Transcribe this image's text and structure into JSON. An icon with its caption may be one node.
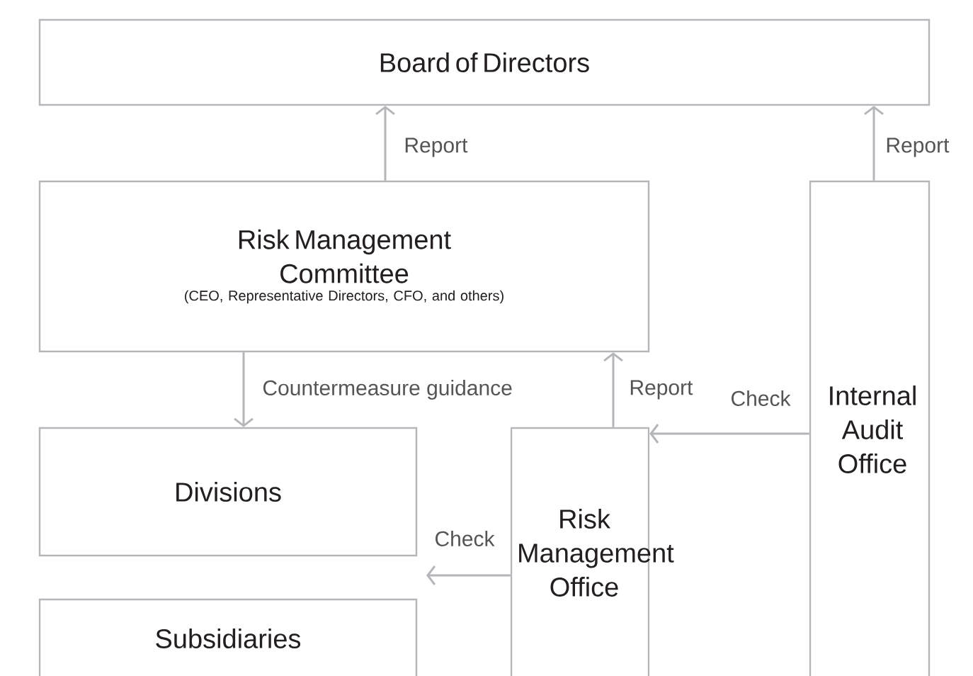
{
  "diagram": {
    "nodes": [
      {
        "text": [
          "Board of Directors"
        ]
      },
      {
        "text": [
          "Risk Management Committee",
          "(CEO, Representative Directors, CFO, and others)"
        ]
      },
      {
        "text": [
          "Internal Audit Office"
        ]
      },
      {
        "text": [
          "Divisions"
        ]
      },
      {
        "text": [
          "Risk Management Office"
        ]
      },
      {
        "text": [
          "Subsidiaries"
        ]
      }
    ],
    "edges": [
      {
        "from": 1,
        "to": 0,
        "arrow": "to",
        "label": "Report"
      },
      {
        "from": 2,
        "to": 0,
        "arrow": "to",
        "label": "Report"
      },
      {
        "from": 1,
        "to": 3,
        "arrow": "to",
        "label": "Countermeasure guidance"
      },
      {
        "from": 4,
        "to": 1,
        "arrow": "to",
        "label": "Report"
      },
      {
        "from": 2,
        "to": 4,
        "arrow": "to",
        "label": "Check"
      },
      {
        "from": 4,
        "to": null,
        "arrow": "to",
        "label": "Check"
      }
    ]
  }
}
